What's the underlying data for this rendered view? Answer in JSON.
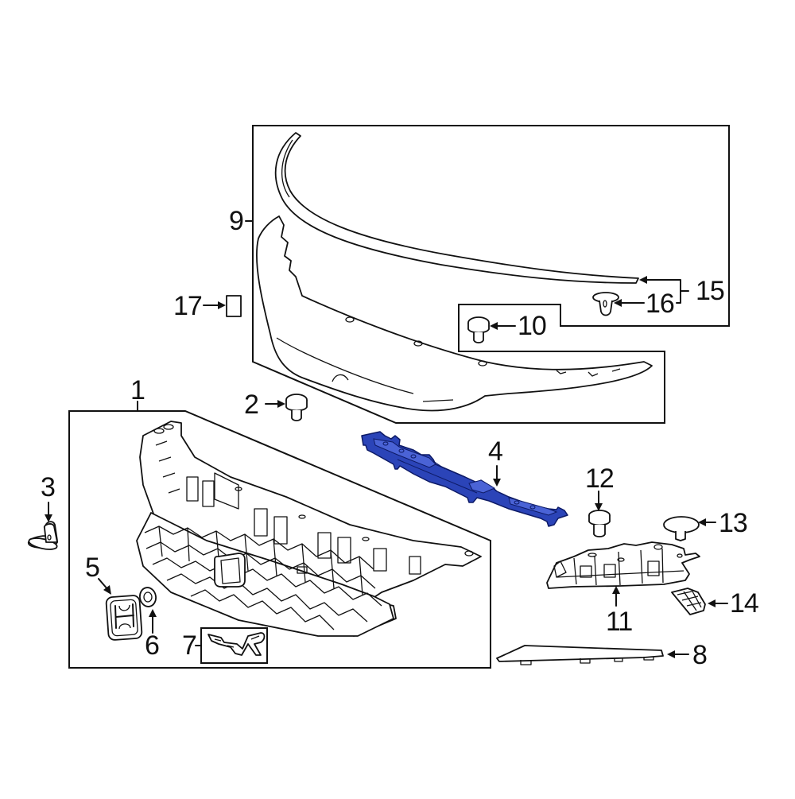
{
  "diagram": {
    "title": "Front grille and bumper components exploded view",
    "highlight_color": "#2b44b8",
    "callouts": [
      {
        "id": "1",
        "label": "1",
        "part": "grille-assembly"
      },
      {
        "id": "2",
        "label": "2",
        "part": "push-clip"
      },
      {
        "id": "3",
        "label": "3",
        "part": "retainer-clip"
      },
      {
        "id": "4",
        "label": "4",
        "part": "upper-reinforcement-bracket"
      },
      {
        "id": "5",
        "label": "5",
        "part": "emblem"
      },
      {
        "id": "6",
        "label": "6",
        "part": "emblem-seal"
      },
      {
        "id": "7",
        "label": "7",
        "part": "type-r-badge"
      },
      {
        "id": "8",
        "label": "8",
        "part": "lower-trim-molding"
      },
      {
        "id": "9",
        "label": "9",
        "part": "bumper-cover-assembly"
      },
      {
        "id": "10",
        "label": "10",
        "part": "push-clip"
      },
      {
        "id": "11",
        "label": "11",
        "part": "side-bracket"
      },
      {
        "id": "12",
        "label": "12",
        "part": "push-clip"
      },
      {
        "id": "13",
        "label": "13",
        "part": "rivet-clip"
      },
      {
        "id": "14",
        "label": "14",
        "part": "grille-insert"
      },
      {
        "id": "15",
        "label": "15",
        "part": "upper-molding"
      },
      {
        "id": "16",
        "label": "16",
        "part": "molding-clip"
      },
      {
        "id": "17",
        "label": "17",
        "part": "label-plate"
      }
    ]
  }
}
